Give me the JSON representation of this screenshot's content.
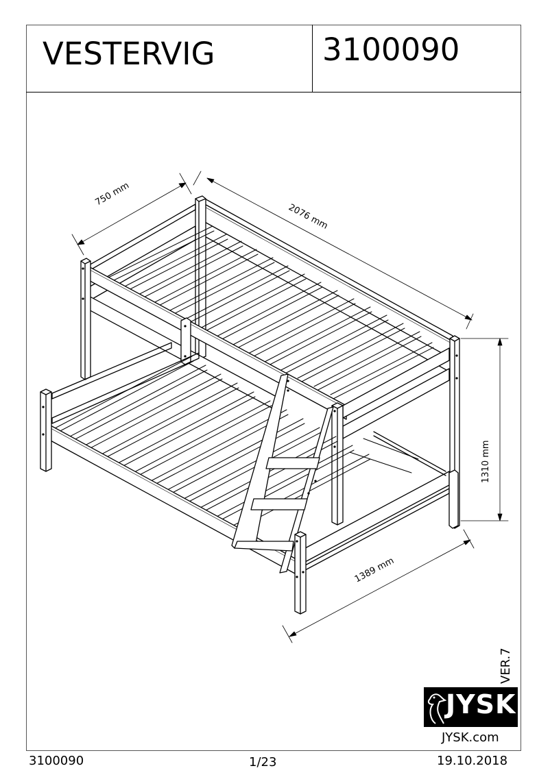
{
  "header": {
    "product_name": "VESTERVIG",
    "product_number": "3100090"
  },
  "drawing": {
    "subject": "bunk-bed-isometric-line-drawing",
    "dimensions": {
      "width_top": "750 mm",
      "length": "2076 mm",
      "height": "1310 mm",
      "width_bottom": "1389 mm"
    }
  },
  "branding": {
    "version": "VER.7",
    "logo_text": "JYSK",
    "website": "JYSK.com"
  },
  "footer": {
    "product_number": "3100090",
    "page": "1/23",
    "date": "19.10.2018"
  },
  "colors": {
    "line": "#000000",
    "frame": "#555555",
    "background": "#ffffff"
  }
}
